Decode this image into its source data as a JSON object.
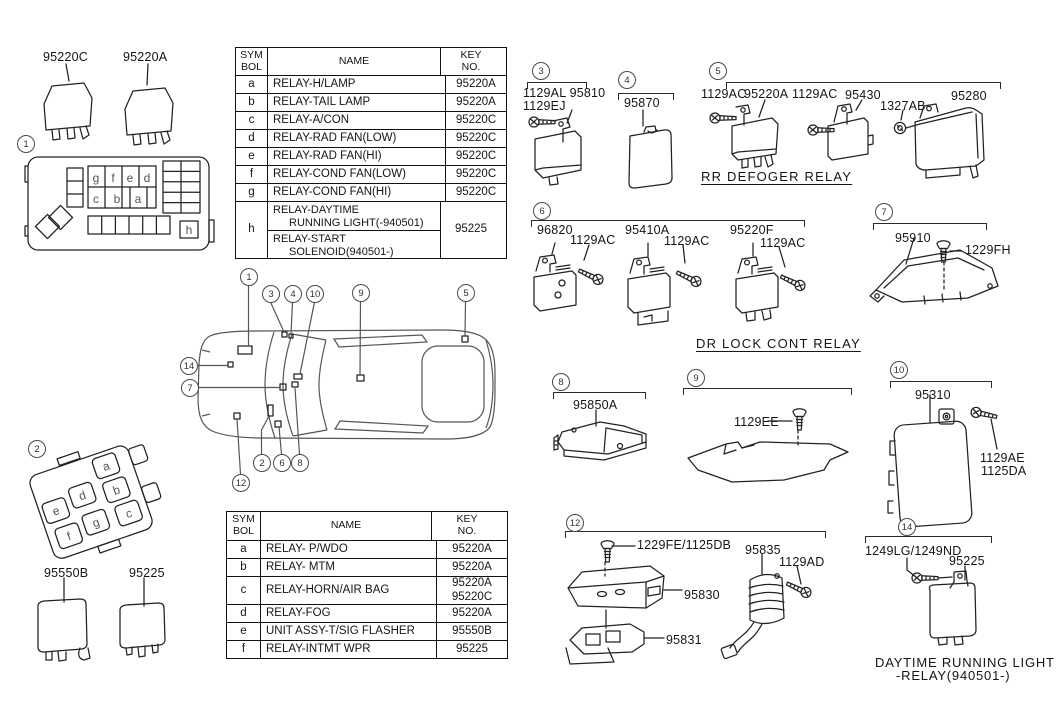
{
  "top_left": {
    "callout": "1",
    "relay_c_label": "95220C",
    "relay_a_label": "95220A",
    "fusebox": {
      "letters": [
        "g",
        "f",
        "e",
        "d",
        "c",
        "b",
        "a"
      ],
      "h": "h"
    }
  },
  "table1": {
    "header": {
      "sym_1": "SYM",
      "sym_2": "BOL",
      "name": "NAME",
      "key_1": "KEY",
      "key_2": "NO."
    },
    "rows": [
      {
        "sym": "a",
        "name": "RELAY-H/LAMP",
        "key": "95220A"
      },
      {
        "sym": "b",
        "name": "RELAY-TAIL LAMP",
        "key": "95220A"
      },
      {
        "sym": "c",
        "name": "RELAY-A/CON",
        "key": "95220C"
      },
      {
        "sym": "d",
        "name": "RELAY-RAD FAN(LOW)",
        "key": "95220C"
      },
      {
        "sym": "e",
        "name": "RELAY-RAD FAN(HI)",
        "key": "95220C"
      },
      {
        "sym": "f",
        "name": "RELAY-COND FAN(LOW)",
        "key": "95220C"
      },
      {
        "sym": "g",
        "name": "RELAY-COND FAN(HI)",
        "key": "95220C"
      }
    ],
    "row_h": {
      "sym": "h",
      "top_1": "RELAY-DAYTIME",
      "top_2": "RUNNING LIGHT(-940501)",
      "bot_1": "RELAY-START",
      "bot_2": "SOLENOID(940501-)",
      "key": "95225"
    }
  },
  "table2": {
    "header": {
      "sym_1": "SYM",
      "sym_2": "BOL",
      "name": "NAME",
      "key_1": "KEY",
      "key_2": "NO."
    },
    "rows": [
      {
        "sym": "a",
        "name": "RELAY- P/WDO",
        "key": "95220A"
      },
      {
        "sym": "b",
        "name": "RELAY- MTM",
        "key": "95220A"
      },
      {
        "sym": "d",
        "name": "RELAY-FOG",
        "key": "95220A"
      },
      {
        "sym": "e",
        "name": "UNIT ASSY-T/SIG FLASHER",
        "key": "95550B"
      },
      {
        "sym": "f",
        "name": "RELAY-INTMT WPR",
        "key": "95225"
      }
    ],
    "row_c": {
      "sym": "c",
      "name": "RELAY-HORN/AIR BAG",
      "key_1": "95220A",
      "key_2": "95220C"
    }
  },
  "groups": {
    "g3": {
      "num": "3",
      "label_1": "1129AL 95810",
      "label_2": "1129EJ"
    },
    "g4": {
      "num": "4",
      "label": "95870"
    },
    "g5": {
      "num": "5",
      "bolt_1": "1129AC",
      "part_1": "95220A",
      "bolt_2": "1129AC",
      "part_2": "95430",
      "nut": "1327AB",
      "part_3": "95280",
      "caption": "RR DEFOGER RELAY"
    },
    "g6": {
      "num": "6",
      "part_1": "96820",
      "bolt_1": "1129AC",
      "part_2": "95410A",
      "bolt_2": "1129AC",
      "part_3": "95220F",
      "bolt_3": "1129AC",
      "caption": "DR LOCK CONT RELAY"
    },
    "g7": {
      "num": "7",
      "part": "95910",
      "screw": "1229FH"
    },
    "g8": {
      "num": "8",
      "part": "95850A"
    },
    "g9": {
      "num": "9",
      "screw": "1129EE"
    },
    "g10": {
      "num": "10",
      "part": "95310",
      "bolt_1": "1129AE",
      "bolt_2": "1125DA"
    },
    "g12": {
      "num": "12",
      "screw": "1229FE/1125DB",
      "part_1": "95830",
      "part_2": "95831",
      "part_3": "95835",
      "bolt": "1129AD"
    },
    "g14": {
      "num": "14",
      "bolt": "1249LG/1249ND",
      "part": "95225",
      "caption_1": "DAYTIME RUNNING LIGHT",
      "caption_2": "-RELAY(940501-)"
    }
  },
  "bottom_left": {
    "callout": "2",
    "cells": [
      "e",
      "d",
      "a",
      "b",
      "f",
      "g",
      "c"
    ],
    "relay_1": "95550B",
    "relay_2": "95225"
  },
  "car": {
    "callouts": [
      "1",
      "3",
      "4",
      "10",
      "9",
      "5",
      "14",
      "7",
      "2",
      "6",
      "8",
      "12"
    ]
  }
}
